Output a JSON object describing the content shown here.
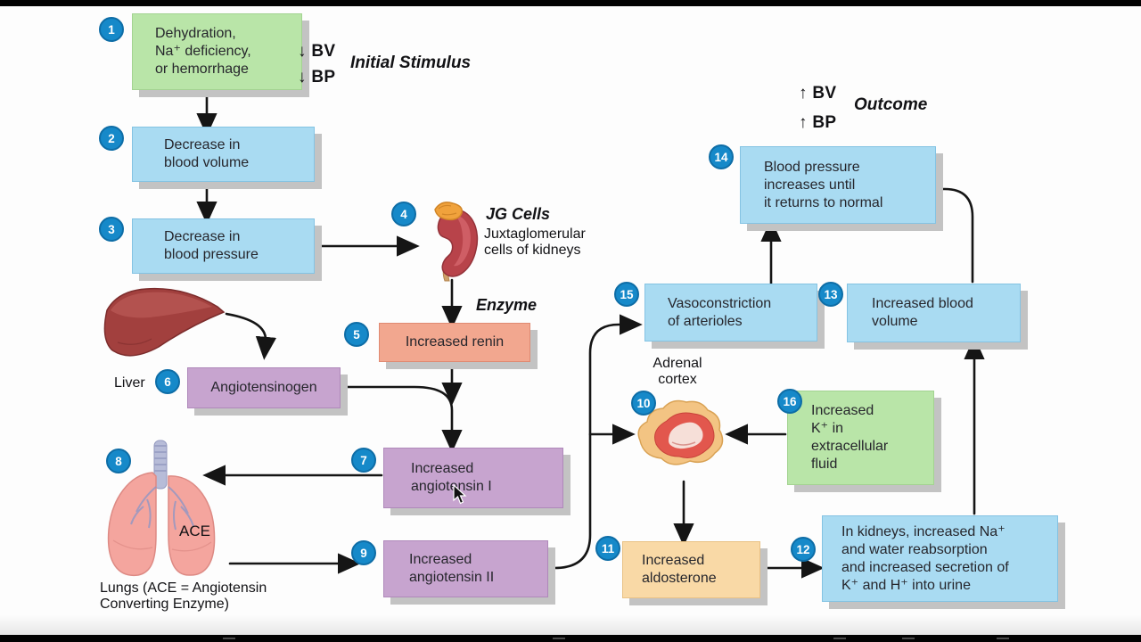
{
  "labels": {
    "initial_stimulus": "Initial Stimulus",
    "outcome": "Outcome",
    "bv_down": "↓ BV",
    "bp_down": "↓ BP",
    "bv_up": "↑ BV",
    "bp_up": "↑ BP",
    "jg_cells": "JG Cells",
    "jg_cells_sub": "Juxtaglomerular\ncells of kidneys",
    "enzyme": "Enzyme",
    "liver": "Liver",
    "ace": "ACE",
    "lungs_caption": "Lungs (ACE = Angiotensin\nConverting Enzyme)",
    "adrenal_cortex": "Adrenal\ncortex"
  },
  "nodes": {
    "n1": {
      "num": "1",
      "text": "Dehydration,\nNa⁺ deficiency,\nor hemorrhage"
    },
    "n2": {
      "num": "2",
      "text": "Decrease in\nblood volume"
    },
    "n3": {
      "num": "3",
      "text": "Decrease in\nblood pressure"
    },
    "n4": {
      "num": "4"
    },
    "n5": {
      "num": "5",
      "text": "Increased renin"
    },
    "n6": {
      "num": "6",
      "text": "Angiotensinogen"
    },
    "n7": {
      "num": "7",
      "text": "Increased\nangiotensin I"
    },
    "n8": {
      "num": "8"
    },
    "n9": {
      "num": "9",
      "text": "Increased\nangiotensin II"
    },
    "n10": {
      "num": "10"
    },
    "n11": {
      "num": "11",
      "text": "Increased\naldosterone"
    },
    "n12": {
      "num": "12",
      "text": "In kidneys, increased Na⁺\nand water reabsorption\nand increased secretion of\nK⁺ and H⁺ into urine"
    },
    "n13": {
      "num": "13",
      "text": "Increased blood\nvolume"
    },
    "n14": {
      "num": "14",
      "text": "Blood pressure\nincreases until\nit returns to normal"
    },
    "n15": {
      "num": "15",
      "text": "Vasoconstriction\nof arterioles"
    },
    "n16": {
      "num": "16",
      "text": "Increased\nK⁺ in\nextracellular\nfluid"
    }
  },
  "icons": [
    "kidney-icon",
    "liver-icon",
    "lungs-icon",
    "adrenal-gland-icon",
    "mouse-cursor"
  ],
  "colors": {
    "stimulus_green": "#b9e5a8",
    "process_blue": "#a9dbf2",
    "hormone_purple": "#c7a4cf",
    "renin_salmon": "#f2a78f",
    "aldosterone_tan": "#f9d9a6",
    "step_badge_blue": "#1689c9",
    "arrow_black": "#151515",
    "shadow_gray": "#c3c3c3"
  }
}
